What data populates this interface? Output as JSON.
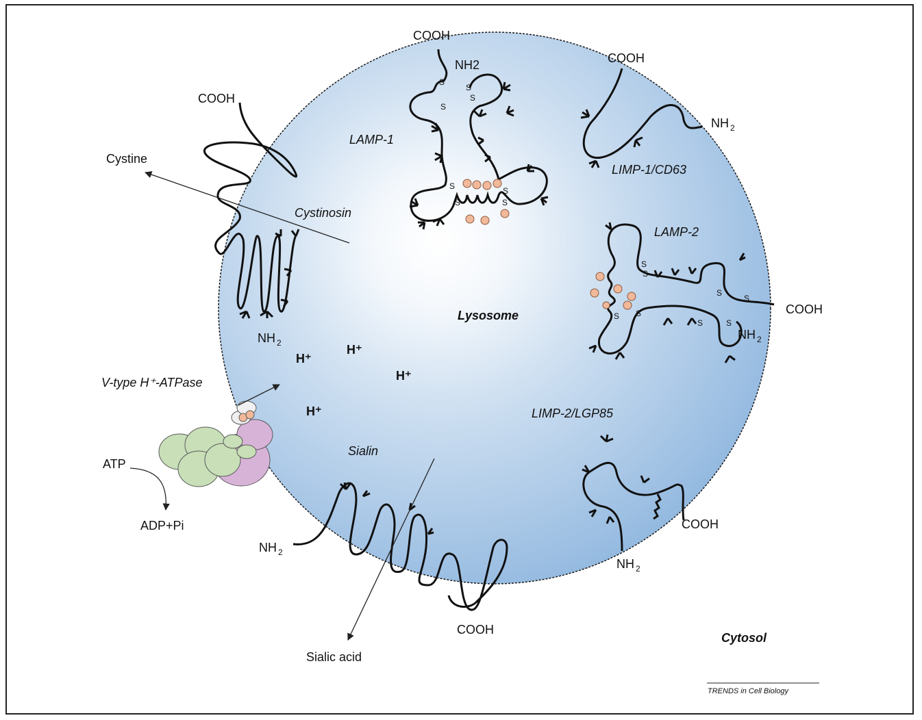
{
  "labels": {
    "lysosome": "Lysosome",
    "cytosol": "Cytosol",
    "lamp1": "LAMP-1",
    "lamp2": "LAMP-2",
    "limp1": "LIMP-1/CD63",
    "limp2": "LIMP-2/LGP85",
    "cystinosin": "Cystinosin",
    "sialin": "Sialin",
    "vatpase": "V-type H⁺-ATPase",
    "cystine": "Cystine",
    "sialic_acid": "Sialic acid",
    "atp": "ATP",
    "adp_pi": "ADP+Pi",
    "h_plus": "H⁺",
    "cooh": "COOH",
    "nh2_plain": "NH2",
    "nh2_base": "NH",
    "nh2_sub": "2",
    "disulfide": "S"
  },
  "footer": "TRENDS in Cell Biology",
  "colors": {
    "lysosome_center": "#ffffff",
    "lysosome_edge": "#9ec3e6",
    "membrane": "#1a1a1a",
    "atpase_green": "#c8dfb8",
    "atpase_purple": "#d8b3d8",
    "bead": "#f2b89a"
  }
}
